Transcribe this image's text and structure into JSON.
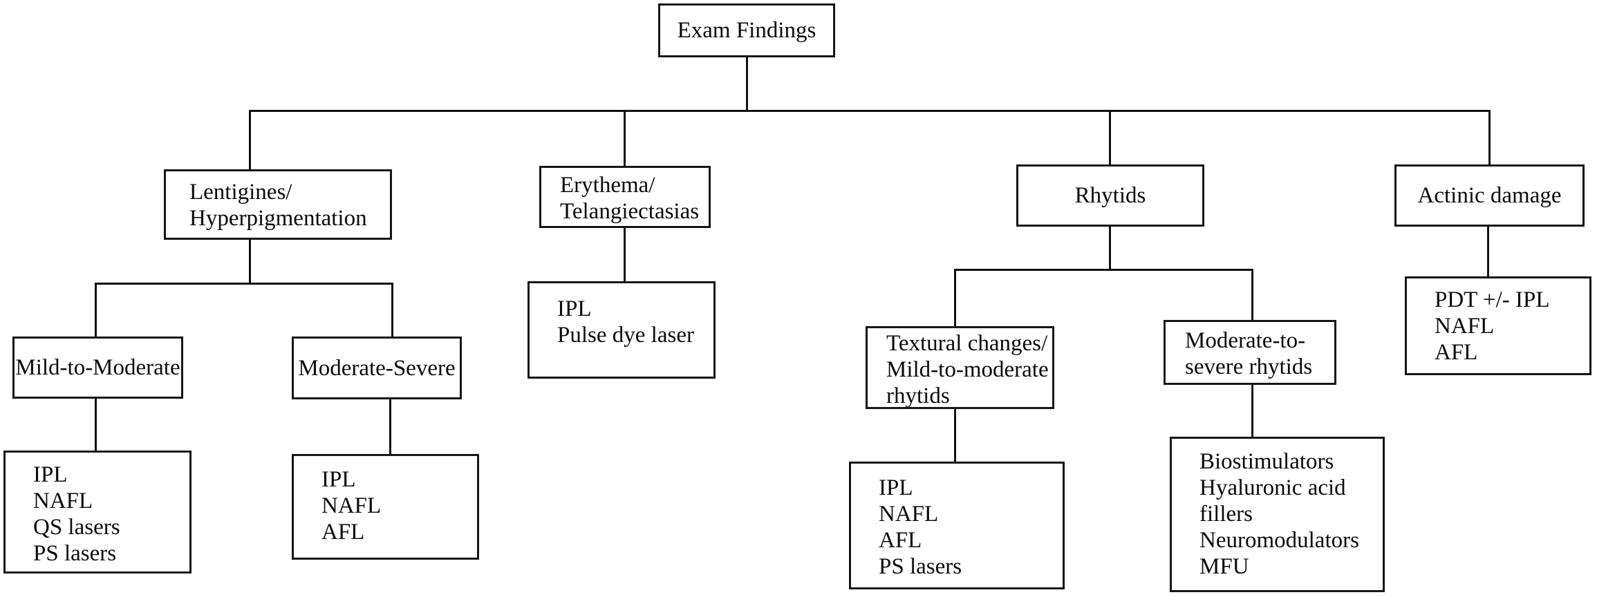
{
  "diagram": {
    "title": "Exam Findings",
    "root": {
      "label": "Exam Findings"
    },
    "branches": {
      "lentigines": {
        "label": "Lentigines/\nHyperpigmentation"
      },
      "erythema": {
        "label": "Erythema/\nTelangiectasias"
      },
      "rhytids": {
        "label": "Rhytids"
      },
      "actinic": {
        "label": "Actinic damage"
      }
    },
    "subcategories": {
      "mild_moderate": {
        "label": "Mild-to-Moderate"
      },
      "moderate_severe": {
        "label": "Moderate-Severe"
      },
      "textural": {
        "label": "Textural changes/\nMild-to-moderate\nrhytids"
      },
      "mod_severe_rhytids": {
        "label": "Moderate-to-\nsevere rhytids"
      }
    },
    "treatments": {
      "mild_moderate": {
        "label": "IPL\nNAFL\nQS lasers\nPS lasers"
      },
      "moderate_severe": {
        "label": "IPL\nNAFL\nAFL"
      },
      "erythema": {
        "label": "IPL\nPulse dye laser"
      },
      "textural": {
        "label": "IPL\nNAFL\nAFL\nPS lasers"
      },
      "mod_severe_rhytids": {
        "label": "Biostimulators\nHyaluronic acid\nfillers\nNeuromodulators\nMFU"
      },
      "actinic": {
        "label": "PDT +/- IPL\nNAFL\nAFL"
      }
    },
    "colors": {
      "background": "#ffffff",
      "line": "#111111",
      "border": "#161616",
      "text": "#0a0a0a"
    }
  }
}
